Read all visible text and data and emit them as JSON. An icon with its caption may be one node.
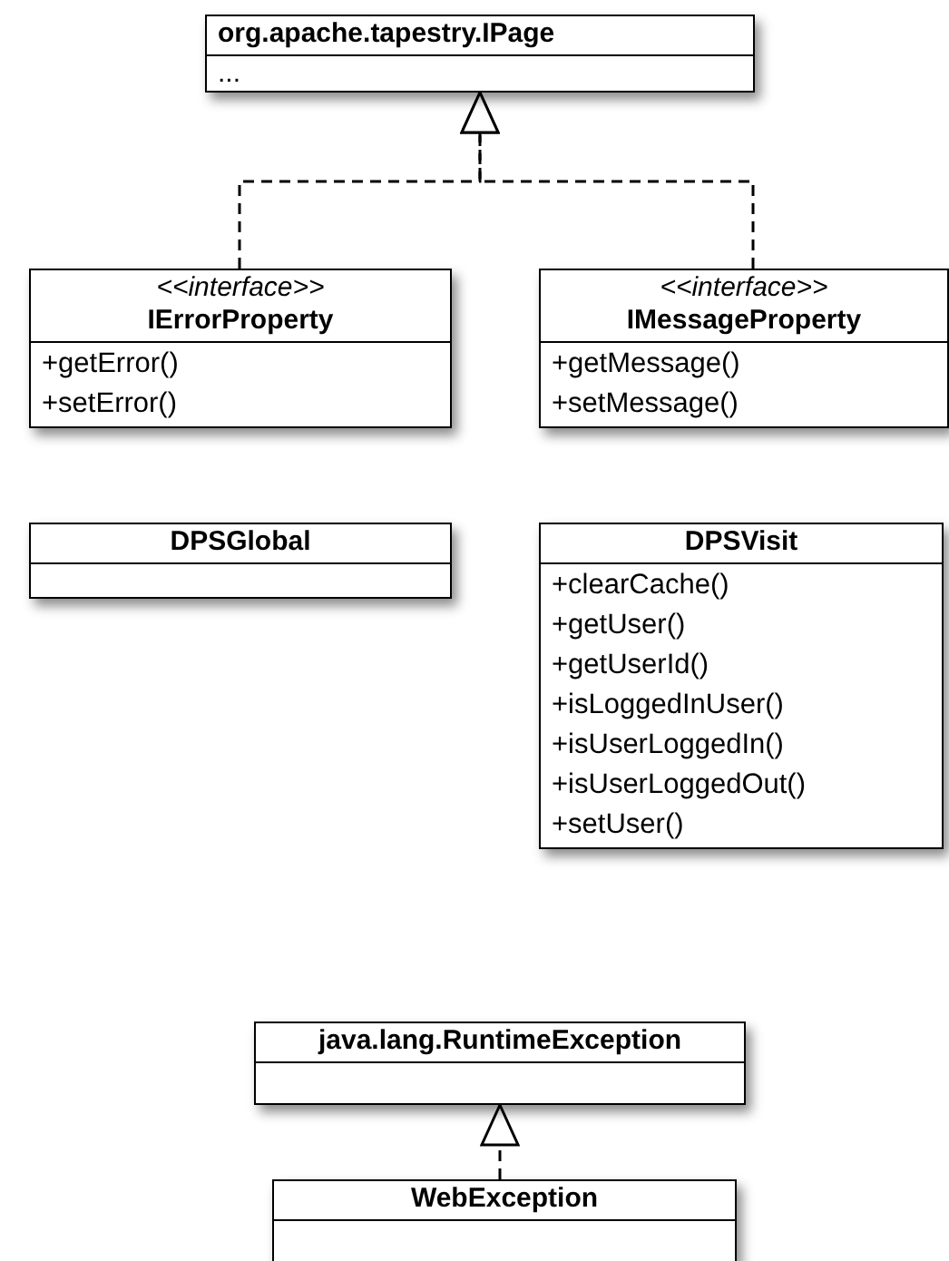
{
  "diagram": {
    "nodes": [
      {
        "text": [
          "org.apache.tapestry.IPage",
          "..."
        ]
      },
      {
        "text": [
          "<<interface>>",
          "IErrorProperty",
          "+getError()",
          "+setError()"
        ]
      },
      {
        "text": [
          "<<interface>>",
          "IMessageProperty",
          "+getMessage()",
          "+setMessage()"
        ]
      },
      {
        "text": [
          "DPSGlobal"
        ]
      },
      {
        "text": [
          "DPSVisit",
          "+clearCache()",
          "+getUser()",
          "+getUserId()",
          "+isLoggedInUser()",
          "+isUserLoggedIn()",
          "+isUserLoggedOut()",
          "+setUser()"
        ]
      },
      {
        "text": [
          "java.lang.RuntimeException"
        ]
      },
      {
        "text": [
          "WebException"
        ]
      }
    ],
    "edges": [
      {
        "from": 1,
        "to": 0,
        "arrow": "to",
        "style": "dashed"
      },
      {
        "from": 2,
        "to": 0,
        "arrow": "to",
        "style": "dashed"
      },
      {
        "from": 6,
        "to": 5,
        "arrow": "to",
        "style": "dashed"
      }
    ]
  }
}
